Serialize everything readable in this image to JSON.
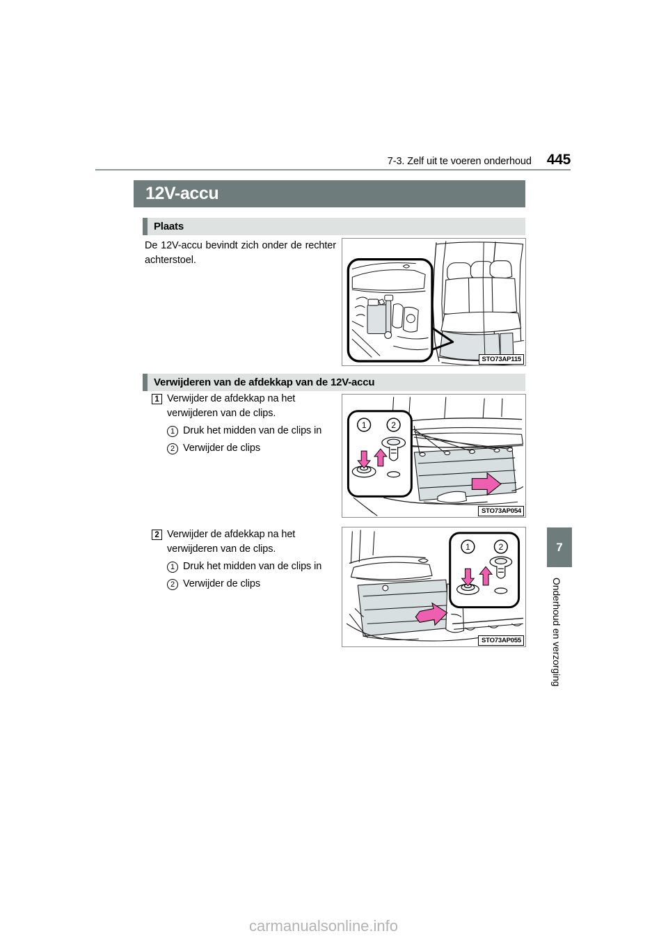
{
  "header": {
    "section": "7-3. Zelf uit te voeren onderhoud",
    "page_number": "445"
  },
  "title_bar": {
    "label": "12V-accu",
    "bg_color": "#6e7d7b",
    "text_color": "#ffffff"
  },
  "sections": [
    {
      "id": "plaats",
      "label": "Plaats",
      "bg_color": "#dee3e2",
      "accent_color": "#6e7d7b"
    },
    {
      "id": "verwijderen",
      "label": "Verwijderen van de afdekkap van de 12V-accu",
      "bg_color": "#dee3e2",
      "accent_color": "#6e7d7b"
    }
  ],
  "intro": {
    "text": "De 12V-accu bevindt zich onder de rechter achterstoel."
  },
  "steps": [
    {
      "number": "1",
      "text": "Verwijder de afdekkap na het verwijderen van de clips.",
      "substeps": [
        {
          "number": "1",
          "text": "Druk het midden van de clips in"
        },
        {
          "number": "2",
          "text": "Verwijder de clips"
        }
      ]
    },
    {
      "number": "2",
      "text": "Verwijder de afdekkap na het verwijderen van de clips.",
      "substeps": [
        {
          "number": "1",
          "text": "Druk het midden van de clips in"
        },
        {
          "number": "2",
          "text": "Verwijder de clips"
        }
      ]
    }
  ],
  "figures": [
    {
      "id": "fig1",
      "code": "STO73AP115",
      "description": "Binnenaanzicht achterbank met detailuitsnede van 12V-accu onder de rechter achterstoel",
      "callout_numbers": []
    },
    {
      "id": "fig2",
      "code": "STO73AP054",
      "description": "Afdekkap onder achterbank met detail van clips",
      "callout_numbers": [
        "1",
        "2"
      ]
    },
    {
      "id": "fig3",
      "code": "STO73AP055",
      "description": "Zijaanzicht afdekkap met detail van clips",
      "callout_numbers": [
        "1",
        "2"
      ]
    }
  ],
  "chapter_tab": {
    "number": "7",
    "label": "Onderhoud en verzorging",
    "bg_color": "#6e7d7b"
  },
  "watermark": {
    "text": "carmanualsonline.info",
    "color": "#b3b3b3"
  },
  "colors": {
    "accent_dark": "#6e7d7b",
    "accent_light": "#dee3e2",
    "rule": "#8a9896",
    "arrow_pink": "#ee5fb0",
    "panel_fill": "#d8dfe1"
  }
}
